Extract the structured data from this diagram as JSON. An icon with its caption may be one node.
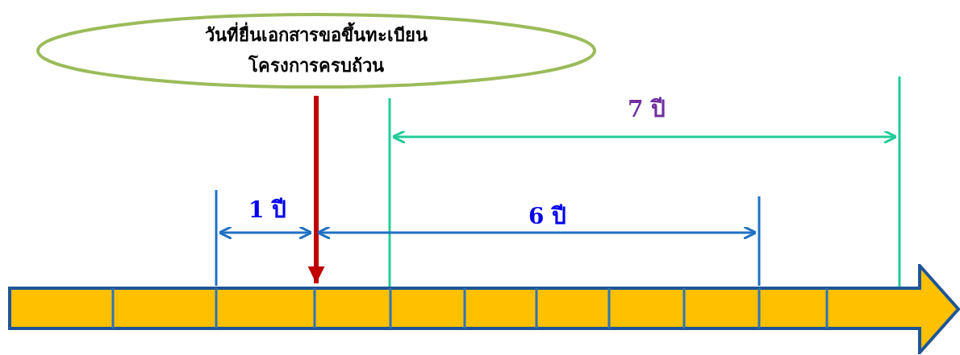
{
  "diagram": {
    "nodes": [
      {
        "text": [
          "วันที่ยื่นเอกสารขอขึ้นทะเบียนโครงการครบถ้วน"
        ]
      },
      {
        "text": [],
        "shape": "bar"
      }
    ],
    "edges": [
      {
        "from": 0,
        "to": 1,
        "arrow": "to",
        "color": "#c00000"
      }
    ],
    "labels": [
      "7 ปี",
      "1 ปี",
      "6 ปี"
    ]
  }
}
